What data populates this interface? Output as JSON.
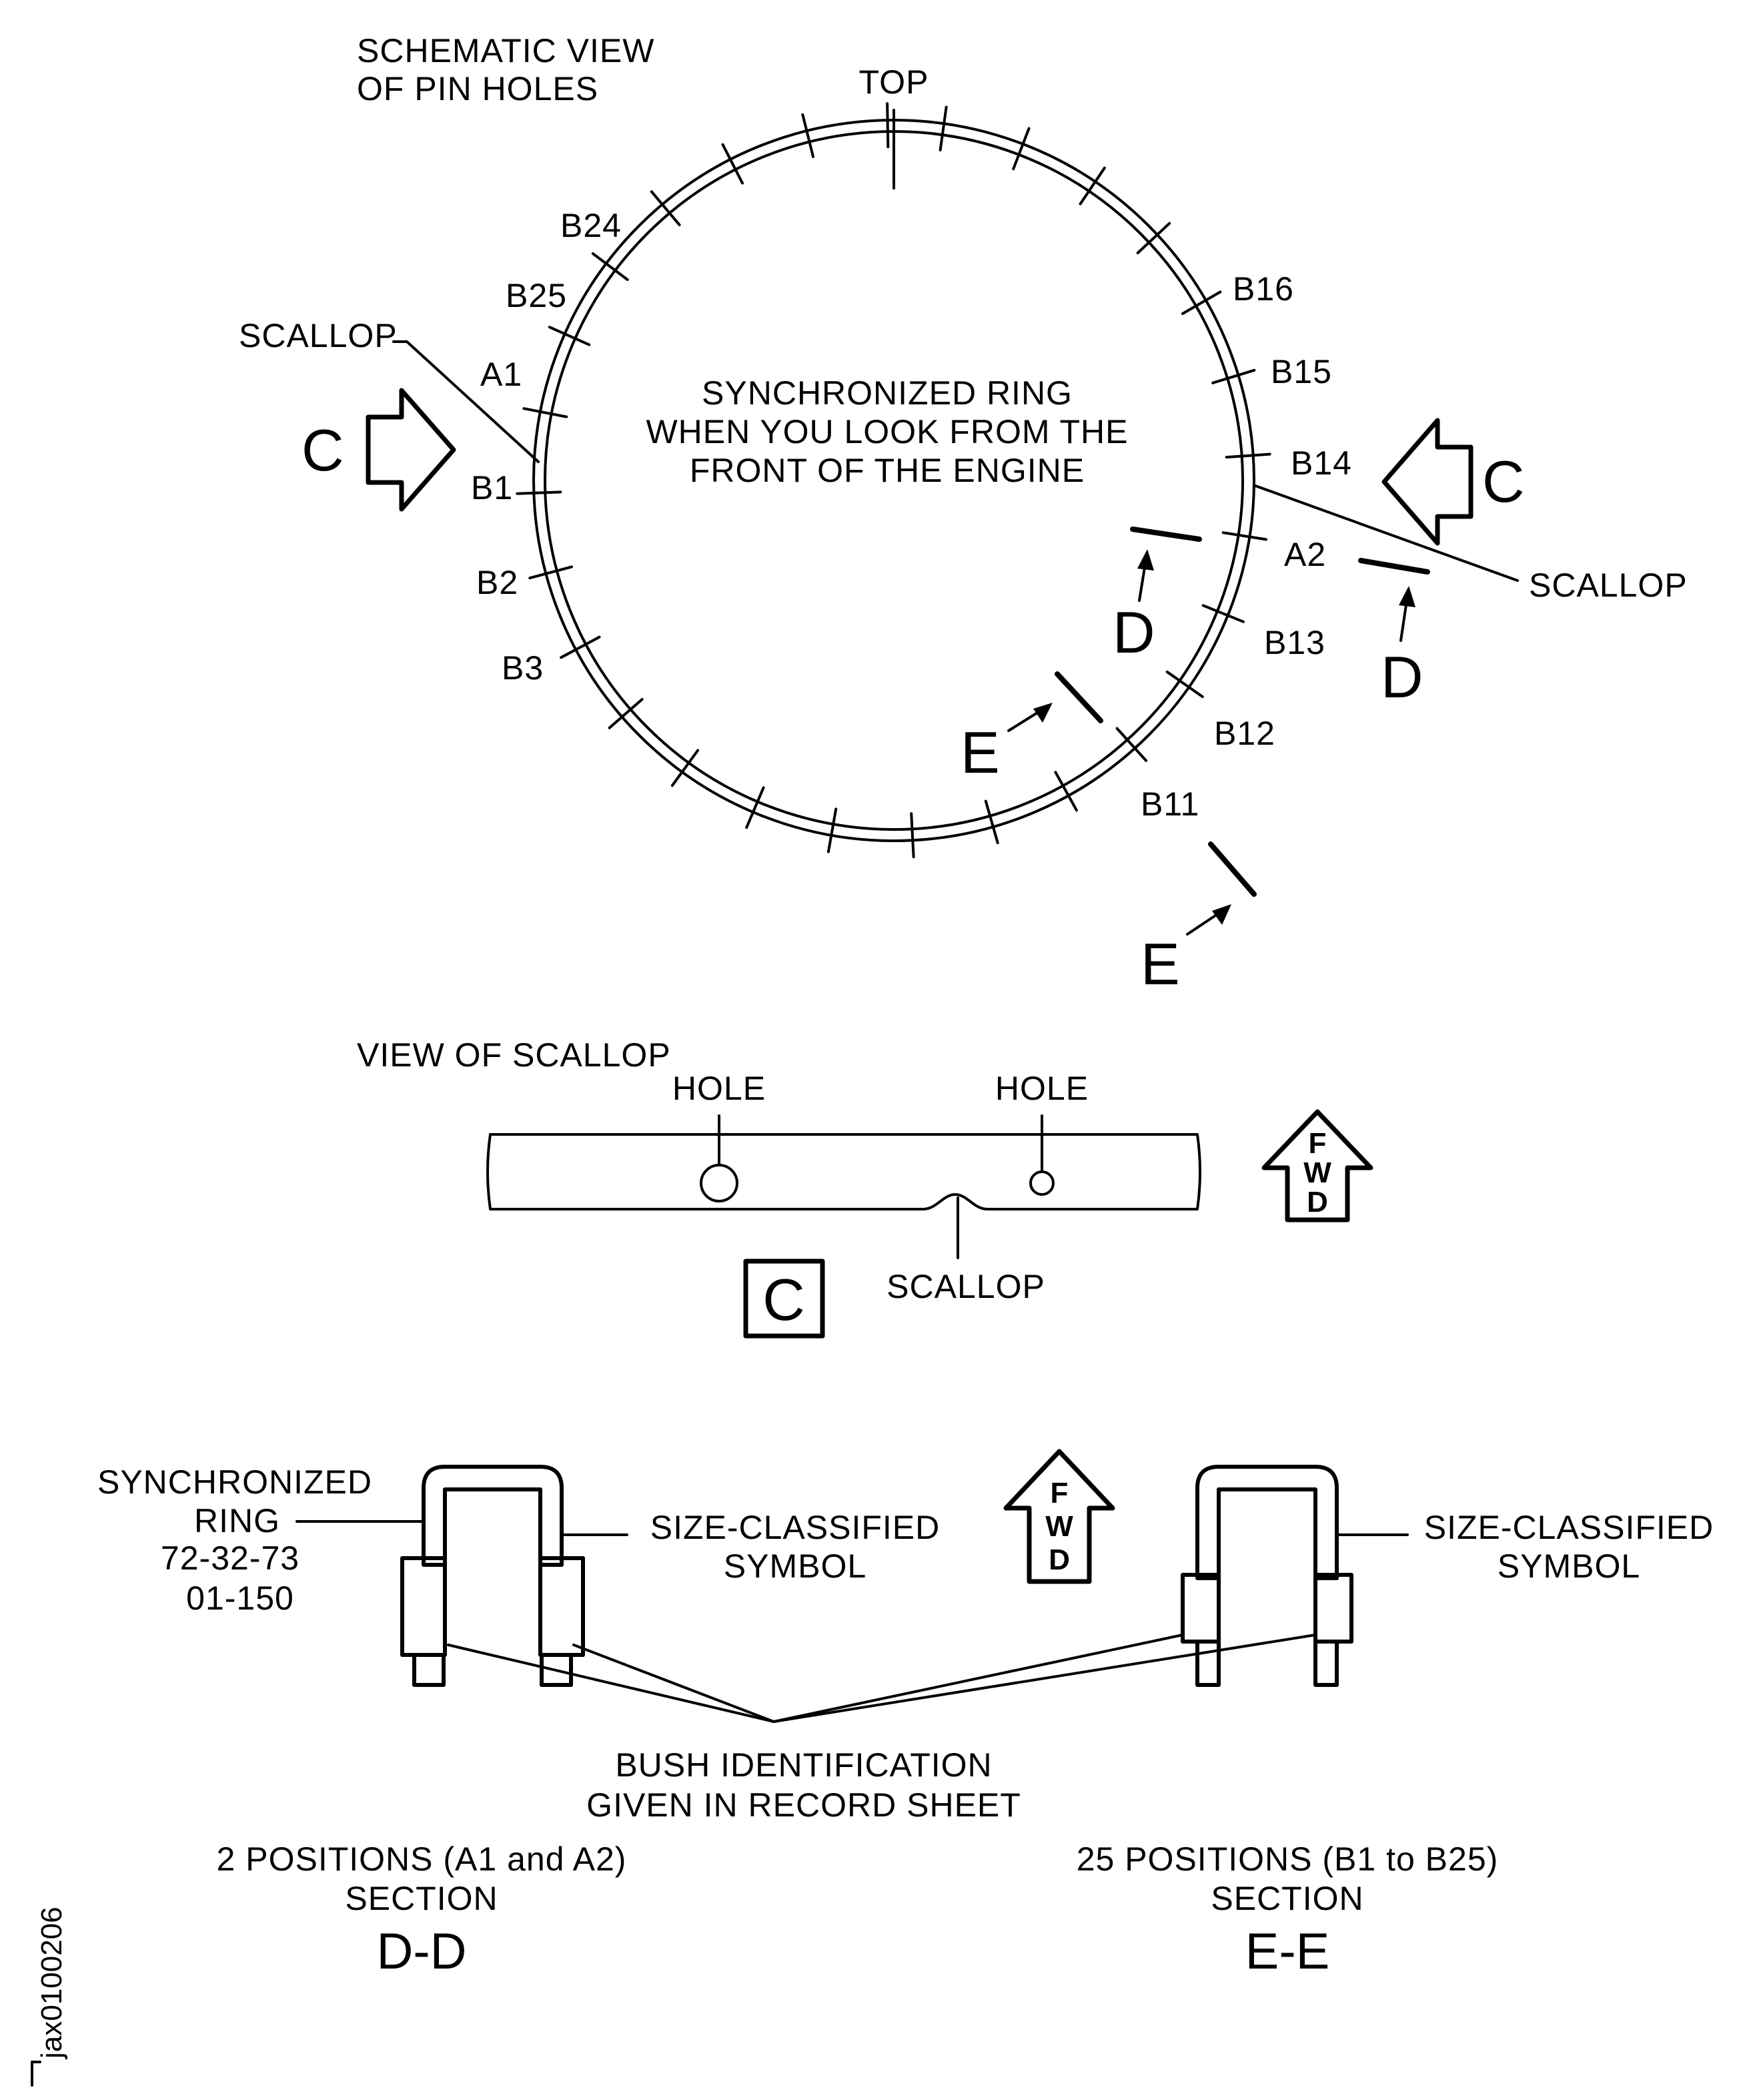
{
  "top_view": {
    "title_line1": "SCHEMATIC VIEW",
    "title_line2": "OF PIN HOLES",
    "top_label": "TOP",
    "center_line1": "SYNCHRONIZED RING",
    "center_line2": "WHEN YOU LOOK FROM THE",
    "center_line3": "FRONT OF THE ENGINE",
    "scallop_left": "SCALLOP",
    "scallop_right": "SCALLOP",
    "view_c_left": "C",
    "view_c_right": "C",
    "section_d_inner": "D",
    "section_d_outer": "D",
    "section_e_inner": "E",
    "section_e_outer": "E",
    "positions": {
      "b24": "B24",
      "b25": "B25",
      "a1": "A1",
      "b1": "B1",
      "b2": "B2",
      "b3": "B3",
      "b16": "B16",
      "b15": "B15",
      "b14": "B14",
      "a2": "A2",
      "b13": "B13",
      "b12": "B12",
      "b11": "B11"
    }
  },
  "scallop_view": {
    "title": "VIEW OF SCALLOP",
    "hole_left": "HOLE",
    "hole_right": "HOLE",
    "scallop_label": "SCALLOP",
    "view_letter": "C",
    "fwd_letters": [
      "F",
      "W",
      "D"
    ]
  },
  "sections": {
    "ring_line1": "SYNCHRONIZED",
    "ring_line2": "RING",
    "ring_ref1": "72-32-73",
    "ring_ref2": "01-150",
    "symbol_left_line1": "SIZE-CLASSIFIED",
    "symbol_left_line2": "SYMBOL",
    "symbol_right_line1": "SIZE-CLASSIFIED",
    "symbol_right_line2": "SYMBOL",
    "fwd_letters": [
      "F",
      "W",
      "D"
    ],
    "bush_line1": "BUSH IDENTIFICATION",
    "bush_line2": "GIVEN IN RECORD SHEET",
    "dd_positions": "2 POSITIONS (A1 and A2)",
    "dd_section": "SECTION",
    "dd_name": "D-D",
    "ee_positions": "25 POSITIONS (B1 to B25)",
    "ee_section": "SECTION",
    "ee_name": "E-E"
  },
  "figure_id": "jax0100206"
}
